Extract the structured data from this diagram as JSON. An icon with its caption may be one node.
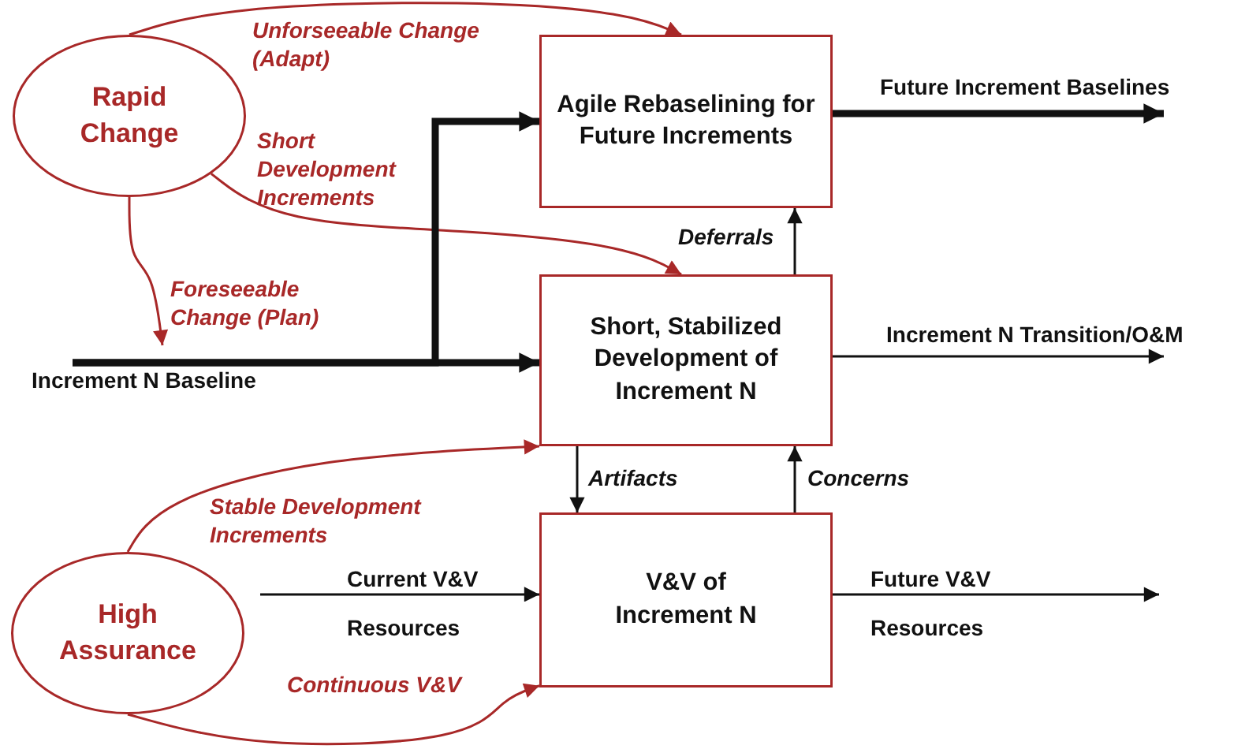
{
  "diagram": {
    "nodes": [
      {
        "text": [
          "Rapid Change"
        ]
      },
      {
        "text": [
          "Agile Rebaselining for Future Increments"
        ]
      },
      {
        "text": [
          "Short, Stabilized Development of Increment N"
        ]
      },
      {
        "text": [
          "High Assurance"
        ]
      },
      {
        "text": [
          "V&V of Increment N"
        ]
      }
    ],
    "edges": [
      {
        "from": 0,
        "to": 1,
        "arrow": "to",
        "label": "Unforseeable Change (Adapt)",
        "color": "#a82828"
      },
      {
        "from": 0,
        "to": 2,
        "arrow": "to",
        "label": "Short Development Increments",
        "color": "#a82828"
      },
      {
        "from": 0,
        "to": null,
        "arrow": "to",
        "label": "Foreseeable Change (Plan)",
        "color": "#a82828"
      },
      {
        "from": null,
        "to": 2,
        "arrow": "to",
        "label": "Increment N Baseline",
        "style": "thick"
      },
      {
        "from": null,
        "to": 1,
        "arrow": "to",
        "style": "thick"
      },
      {
        "from": 1,
        "to": null,
        "arrow": "to",
        "label": "Future Increment Baselines",
        "style": "thick"
      },
      {
        "from": 2,
        "to": 1,
        "arrow": "to",
        "label": "Deferrals"
      },
      {
        "from": 2,
        "to": null,
        "arrow": "to",
        "label": "Increment N Transition/O&M"
      },
      {
        "from": 2,
        "to": 4,
        "arrow": "to",
        "label": "Artifacts"
      },
      {
        "from": 4,
        "to": 2,
        "arrow": "to",
        "label": "Concerns"
      },
      {
        "from": 3,
        "to": 2,
        "arrow": "to",
        "label": "Stable Development Increments",
        "color": "#a82828"
      },
      {
        "from": null,
        "to": 4,
        "arrow": "to",
        "label": "Current V&V Resources"
      },
      {
        "from": 4,
        "to": null,
        "arrow": "to",
        "label": "Future V&V Resources"
      },
      {
        "from": 3,
        "to": 4,
        "arrow": "to",
        "label": "Continuous V&V",
        "color": "#a82828"
      }
    ]
  }
}
